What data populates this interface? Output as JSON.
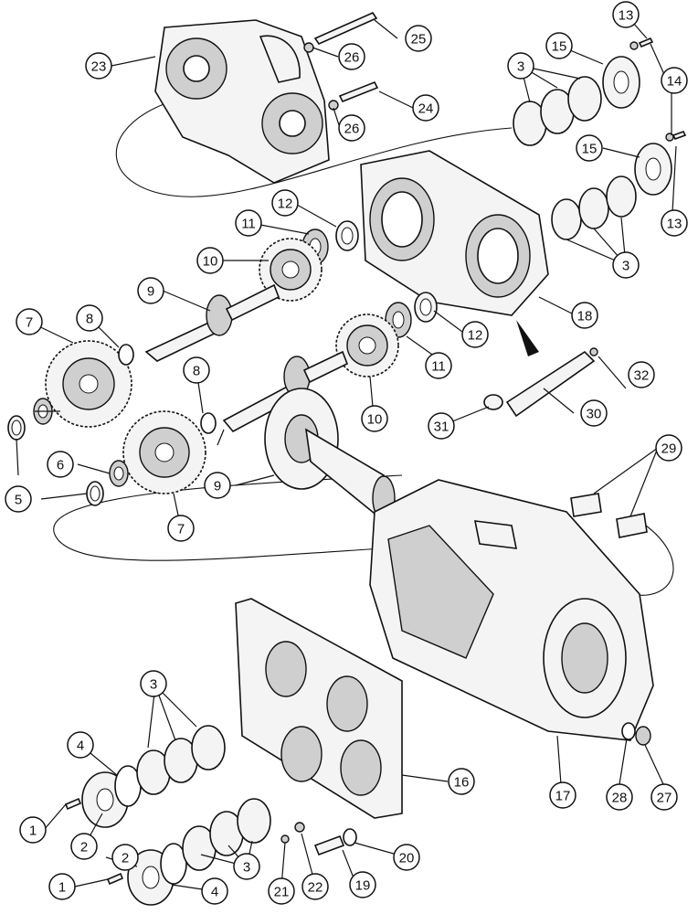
{
  "callouts": [
    {
      "num": "1"
    },
    {
      "num": "1"
    },
    {
      "num": "2"
    },
    {
      "num": "2"
    },
    {
      "num": "3"
    },
    {
      "num": "3"
    },
    {
      "num": "3"
    },
    {
      "num": "3"
    },
    {
      "num": "4"
    },
    {
      "num": "4"
    },
    {
      "num": "5"
    },
    {
      "num": "6"
    },
    {
      "num": "7"
    },
    {
      "num": "7"
    },
    {
      "num": "8"
    },
    {
      "num": "8"
    },
    {
      "num": "9"
    },
    {
      "num": "9"
    },
    {
      "num": "10"
    },
    {
      "num": "10"
    },
    {
      "num": "11"
    },
    {
      "num": "11"
    },
    {
      "num": "12"
    },
    {
      "num": "12"
    },
    {
      "num": "13"
    },
    {
      "num": "13"
    },
    {
      "num": "14"
    },
    {
      "num": "15"
    },
    {
      "num": "15"
    },
    {
      "num": "16"
    },
    {
      "num": "17"
    },
    {
      "num": "18"
    },
    {
      "num": "19"
    },
    {
      "num": "20"
    },
    {
      "num": "21"
    },
    {
      "num": "22"
    },
    {
      "num": "23"
    },
    {
      "num": "24"
    },
    {
      "num": "25"
    },
    {
      "num": "26"
    },
    {
      "num": "26"
    },
    {
      "num": "27"
    },
    {
      "num": "28"
    },
    {
      "num": "29"
    },
    {
      "num": "30"
    },
    {
      "num": "31"
    },
    {
      "num": "32"
    }
  ]
}
